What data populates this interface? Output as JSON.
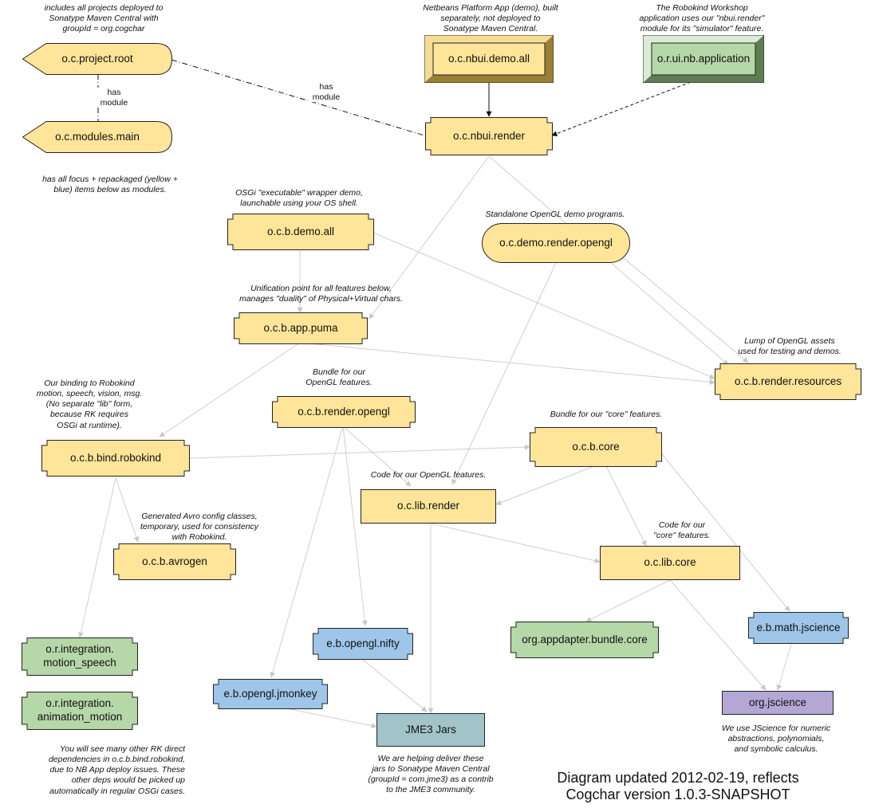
{
  "nodes": {
    "project_root": "o.c.project.root",
    "modules_main": "o.c.modules.main",
    "nbui_demo_all": "o.c.nbui.demo.all",
    "ui_nb_application": "o.r.ui.nb.application",
    "nbui_render": "o.c.nbui.render",
    "cb_demo_all": "o.c.b.demo.all",
    "demo_render_opengl": "o.c.demo.render.opengl",
    "cb_app_puma": "o.c.b.app.puma",
    "cb_render_resources": "o.c.b.render.resources",
    "cb_render_opengl": "o.c.b.render.opengl",
    "cb_bind_robokind": "o.c.b.bind.robokind",
    "cb_core": "o.c.b.core",
    "lib_render": "o.c.lib.render",
    "cb_avrogen": "o.c.b.avrogen",
    "lib_core": "o.c.lib.core",
    "integration_motion_speech": [
      "o.r.integration.",
      "motion_speech"
    ],
    "integration_animation_motion": [
      "o.r.integration.",
      "animation_motion"
    ],
    "eb_opengl_nifty": "e.b.opengl.nifty",
    "org_appdapter_bundle_core": "org.appdapter.bundle.core",
    "eb_math_jscience": "e.b.math.jscience",
    "eb_opengl_jmonkey": "e.b.opengl.jmonkey",
    "jme3_jars": "JME3 Jars",
    "org_jscience": "org.jscience"
  },
  "edge_labels": {
    "root_to_modules": [
      "has",
      "module"
    ],
    "root_to_nbui": [
      "has",
      "module"
    ]
  },
  "notes": {
    "project_root": [
      "includes all projects deployed to",
      "Sonatype Maven Central with",
      "groupId = org.cogchar"
    ],
    "nbui_demo": [
      "Netbeans Platform App (demo), built",
      "separately, not deployed to",
      "Sonatype Maven Central."
    ],
    "robokind_workshop": [
      "The Robokind Workshop",
      "application uses our \"nbui.render\"",
      "module for its \"simulator\" feature."
    ],
    "modules_main": [
      "has all focus + repackaged (yellow +",
      "blue) items below as modules."
    ],
    "osgi_demo": [
      "OSGi \"executable\" wrapper demo,",
      "launchable using your OS shell."
    ],
    "opengl_demos": [
      "Standalone OpenGL demo programs."
    ],
    "unification": [
      "Unification point for all features below,",
      "manages \"duality\" of Physical+Virtual chars."
    ],
    "opengl_assets": [
      "Lump of OpenGL assets",
      "used for testing and demos."
    ],
    "robokind_binding": [
      "Our binding to Robokind",
      "motion, speech, vision, msg.",
      "(No separate \"lib\" form,",
      "because RK requires",
      "OSGi at runtime)."
    ],
    "opengl_bundle": [
      "Bundle for our",
      "OpenGL features."
    ],
    "core_bundle": [
      "Bundle for our \"core\" features."
    ],
    "opengl_code": [
      "Code for our OpenGL features."
    ],
    "avro": [
      "Generated Avro config classes,",
      "temporary, used for consistency",
      "with Robokind."
    ],
    "core_code": [
      "Code for our",
      "\"core\" features."
    ],
    "rk_deps": [
      "You will see many other RK direct",
      "dependencies in o.c.b.bind.robokind,",
      "due to NB App deploy issues.  These",
      "other deps would be picked up",
      "automatically in regular OSGi cases."
    ],
    "jme3": [
      "We are helping deliver these",
      "jars to Sonatype Maven Central",
      "(groupId = com.jme3) as a contrib",
      "to the JME3 community."
    ],
    "jscience": [
      "We use JScience for numeric",
      "abstractions, polynomials,",
      "and symbolic calculus."
    ]
  },
  "footer": [
    "Diagram updated 2012-02-19, reflects",
    "Cogchar version 1.0.3-SNAPSHOT"
  ],
  "colors": {
    "yellow": "#ffe599",
    "yellow_dark": "#c9a94f",
    "green": "#b6d7a8",
    "green_dark": "#6d8b5f",
    "blue": "#9fc5e8",
    "grey_teal": "#a2c4c9",
    "purple": "#b4a7d6",
    "edge": "#cccccc",
    "outline": "#222222"
  }
}
